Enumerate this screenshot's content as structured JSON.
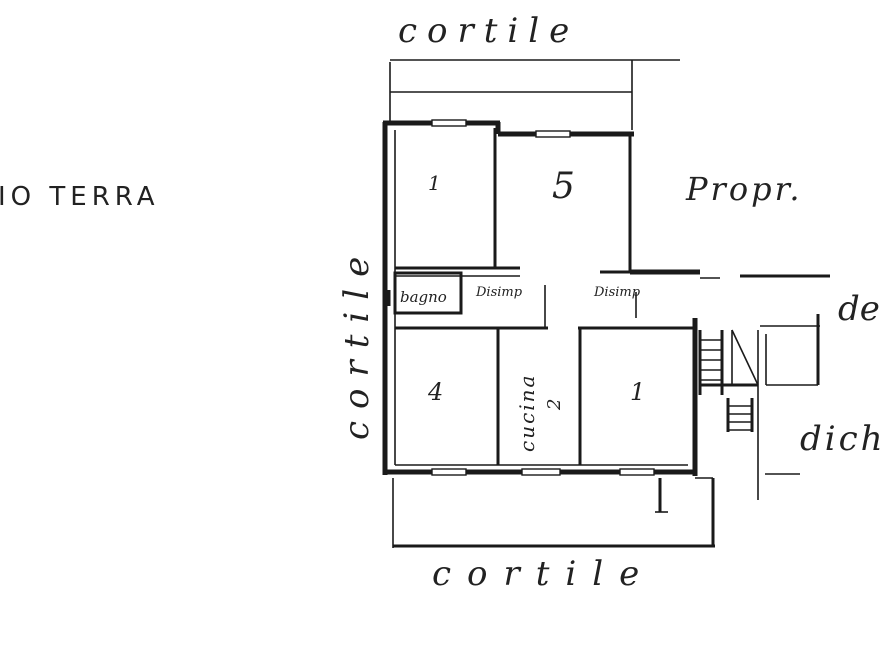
{
  "floor_label": "IO TERRA",
  "labels": {
    "cortile_top": "cortile",
    "cortile_left": "cortile",
    "cortile_bottom": "cortile",
    "propr": "Propr.",
    "de": "de",
    "dich": "dich"
  },
  "rooms": {
    "room_top_left": "1",
    "room_top_right": "5",
    "bagno": "bagno",
    "hall_left": "Disimp",
    "hall_right": "Disimp",
    "room_bottom_left": "4",
    "cucina": "cucina",
    "cucina_num": "2",
    "room_bottom_right": "1"
  }
}
